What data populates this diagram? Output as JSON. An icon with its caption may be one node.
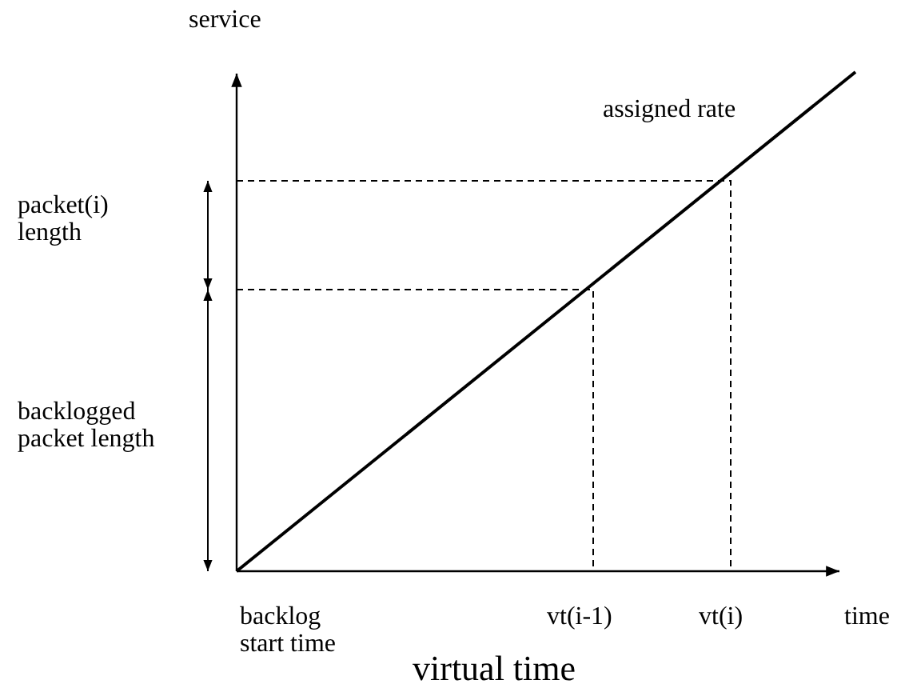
{
  "diagram": {
    "caption": "virtual time",
    "labels": [
      "service",
      "assigned rate",
      "packet(i) length",
      "backlogged packet length",
      "backlog start time",
      "vt(i-1)",
      "vt(i)",
      "time"
    ]
  }
}
